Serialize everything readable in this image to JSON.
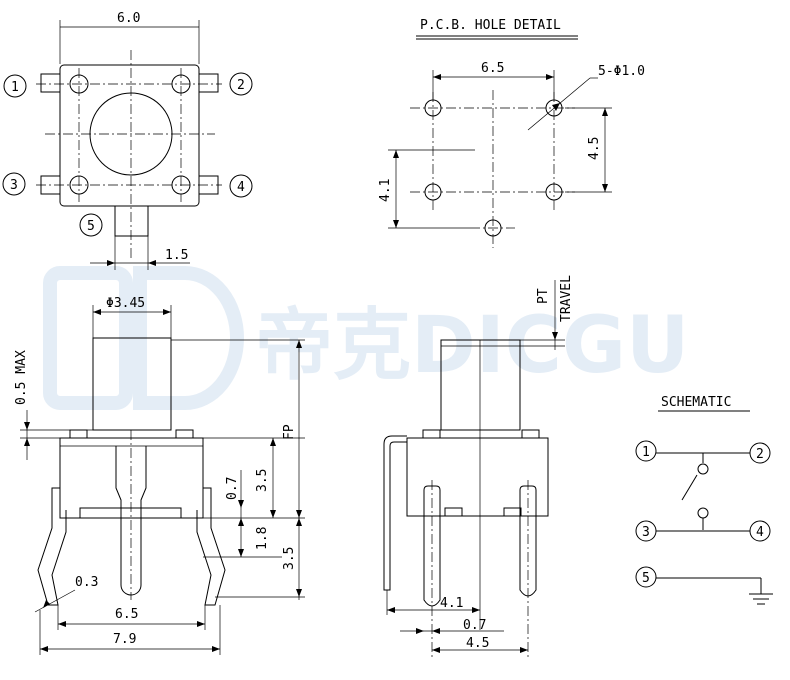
{
  "watermark": {
    "brand": "帝克DICGU"
  },
  "top_view": {
    "width_label": "6.0",
    "pin_labels": [
      "1",
      "2",
      "3",
      "4",
      "5"
    ],
    "pin5_width_label": "1.5"
  },
  "pcb_detail": {
    "title": "P.C.B. HOLE DETAIL",
    "hole_spacing_label": "6.5",
    "hole_callout": "5-Φ1.0",
    "vertical_label_right": "4.5",
    "vertical_label_left": "4.1"
  },
  "front_view": {
    "actuator_diameter": "Φ3.45",
    "max_label": "0.5 MAX",
    "fp_label": "FP",
    "dims": [
      "0.7",
      "3.5",
      "1.8",
      "3.5"
    ],
    "lead_thickness": "0.3",
    "pin_pitch": "6.5",
    "overall_width": "7.9"
  },
  "side_view": {
    "pt_label": "PT",
    "travel_label": "TRAVEL",
    "dims_bottom": [
      "4.1",
      "0.7",
      "4.5"
    ]
  },
  "schematic": {
    "title": "SCHEMATIC",
    "pin_labels": [
      "1",
      "2",
      "3",
      "4",
      "5"
    ]
  }
}
